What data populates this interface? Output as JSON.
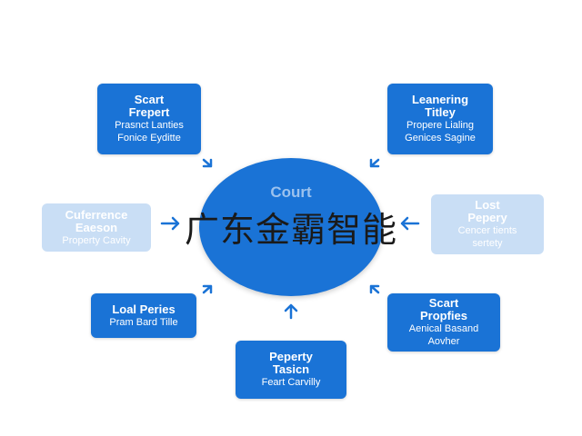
{
  "watermark": "广东金霸智能",
  "center": {
    "title": "Court"
  },
  "nodes": [
    {
      "title1": "Scart",
      "title2": "Frepert",
      "sub1": "Prasnct Lanties",
      "sub2": "Fonice Eyditte"
    },
    {
      "title1": "Leanering",
      "title2": "Titley",
      "sub1": "Propere Lialing",
      "sub2": "Genices Sagine"
    },
    {
      "title1": "Cuferrence",
      "title2": "Eaeson",
      "sub1": "Property Cavity"
    },
    {
      "title1": "Lost",
      "title2": "Pepery",
      "sub1": "Cencer tients",
      "sub2": "sertety"
    },
    {
      "title1": "Loal Peries",
      "sub1": "Pram Bard Tille"
    },
    {
      "title1": "Scart",
      "title2": "Propfies",
      "sub1": "Aenical Basand",
      "sub2": "Aovher"
    },
    {
      "title1": "Peperty",
      "title2": "Tasicn",
      "sub1": "Feart Carvilly"
    }
  ],
  "colors": {
    "node_dark": "#1a73d6",
    "node_light": "#c9def5",
    "arrow": "#1a73d6"
  }
}
